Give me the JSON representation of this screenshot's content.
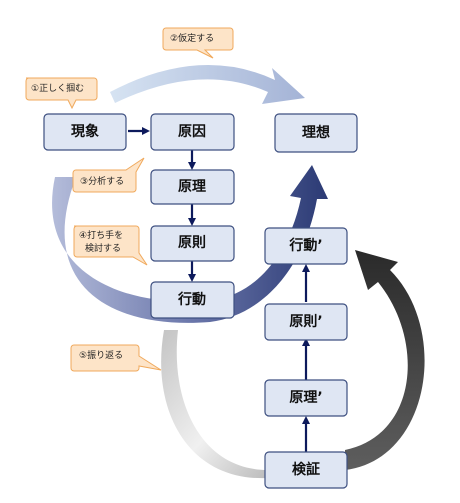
{
  "boxes": {
    "genshou": "現象",
    "genin": "原因",
    "risou": "理想",
    "genri": "原理",
    "gensoku": "原則",
    "koudou": "行動",
    "koudou2": "行動’",
    "gensoku2": "原則’",
    "genri2": "原理’",
    "kenshou": "検証"
  },
  "callouts": {
    "c1": "①正しく掴む",
    "c2": "②仮定する",
    "c3": "③分析する",
    "c4_line1": "④打ち手を",
    "c4_line2": "検討する",
    "c5": "⑤振り返る"
  }
}
